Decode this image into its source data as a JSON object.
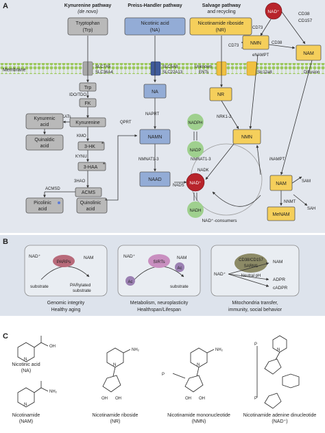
{
  "panel_a": {
    "letter": "A",
    "pathways": {
      "kynurenine": {
        "title": "Kynurenine pathway",
        "subtitle": "(de novo)"
      },
      "preiss_handler": {
        "title": "Preiss-Handler pathway"
      },
      "salvage": {
        "title": "Salvage pathway",
        "subtitle": "and recycling"
      }
    },
    "membrane_label": "Membrane",
    "transporters": {
      "slc7a5": "SLC7A5",
      "slc36a4": "SLC36A4",
      "slc5a8": "SLC5A8",
      "slc22a13": "SLC22A13",
      "unknown": "Unknown",
      "ents": "ENTs",
      "slc12a8": "Slc12a8",
      "diffusion": "Diffusion"
    },
    "boxes": {
      "tryptophan": "Tryptophan",
      "trp_abbr": "(Trp)",
      "trp": "Trp",
      "fk": "FK",
      "kynurenine": "Kynurenine",
      "kynurenic": "Kynurenic",
      "kynurenic_acid": "acid",
      "quinaldic": "Quinaldic",
      "quinaldic_acid": "acid",
      "three_hk": "3-HK",
      "three_haa": "3-HAA",
      "acms": "ACMS",
      "picolinic": "Picolinic",
      "picolinic_acid": "acid",
      "quinolinic": "Quinolinic",
      "quinolinic_acid": "acid",
      "nicotinic_acid": "Nicotinic acid",
      "na_abbr": "(NA)",
      "na": "NA",
      "namn": "NAMN",
      "naad": "NAAD",
      "nicotinamide_riboside": "Nicotinamide riboside",
      "nr_abbr": "(NR)",
      "nr": "NR",
      "nmn_out": "NMN",
      "nmn_in": "NMN",
      "nad_out": "NAD⁺",
      "nam_out": "NAM",
      "nam_in": "NAM",
      "menam": "MeNAM"
    },
    "circles": {
      "nadph": "NADPH",
      "nadp": "NADP",
      "nad": "NAD⁺",
      "nadh": "NADH"
    },
    "enzymes": {
      "ido_tdo": "IDO/TDO",
      "kats": "KATs",
      "kmo": "KMO",
      "kynu": "KYNU",
      "three_hao": "3HAO",
      "acmsd": "ACMSD",
      "qprt": "QPRT",
      "naprt": "NAPRT",
      "nmnat13_left": "NMNAT1-3",
      "nmnat13_right": "NMNAT1-3",
      "nads": "NADS",
      "nadk": "NADK",
      "nrk12": "NRK1-2",
      "inampt": "iNAMPT",
      "enampt": "eNAMPT",
      "cd73_top": "CD73",
      "cd73_left": "CD73",
      "cd38_top": "CD38",
      "cd157_top": "CD157",
      "cd38_mid": "CD38",
      "sam": "SAM",
      "nnmt": "NNMT",
      "sah": "SAH"
    },
    "consumers_label": "NAD⁺-consumers"
  },
  "panel_b": {
    "letter": "B",
    "parps": {
      "nad": "NAD⁺",
      "enzyme": "PARPs",
      "nam": "NAM",
      "substrate": "substrate",
      "product": "PARylated",
      "product2": "substrate",
      "caption1": "Genomic integrity",
      "caption2": "Healthy aging"
    },
    "sirts": {
      "nad": "NAD⁺",
      "enzyme": "SIRTs",
      "nam": "NAM",
      "ac1": "Ac",
      "ac2": "Ac",
      "substrate": "substrate",
      "caption1": "Metabolism, neuroplasticity",
      "caption2": "Healthspan/Lifespan"
    },
    "cd38": {
      "enzyme1": "CD38/CD157",
      "enzyme2": "SARM1",
      "nad": "NAD⁺",
      "ph": "Neutral pH",
      "nam": "NAM",
      "adpr": "ADPR",
      "cadpr": "cADPR",
      "caption1": "Mitochondria transfer,",
      "caption2": "immunity, social behavior"
    }
  },
  "panel_c": {
    "letter": "C",
    "molecules": {
      "na_name": "Nicotinic acid",
      "na_abbr": "(NA)",
      "nam_name": "Nicotinamide",
      "nam_abbr": "(NAM)",
      "nr_name": "Nicotinamide riboside",
      "nr_abbr": "(NR)",
      "nmn_name": "Nicotinamide mononucleotide",
      "nmn_abbr": "(NMN)",
      "nad_name": "Nicotinamide adenine dinucleotide",
      "nad_abbr": "(NAD⁺)"
    }
  },
  "colors": {
    "panel_a_bg": "#e3e7ee",
    "panel_b_bg": "#dde3ec",
    "gray_box": "#b9b9b9",
    "blue_box": "#93acd6",
    "yellow_box": "#f5cf5b",
    "nad_red": "#b8242b",
    "nadh_green": "#9fd08e",
    "membrane_green": "#9cc85c",
    "parps": "#b86a7a",
    "sirts": "#c98fc0",
    "ac": "#9b80b2",
    "cd38": "#8c8a66"
  }
}
